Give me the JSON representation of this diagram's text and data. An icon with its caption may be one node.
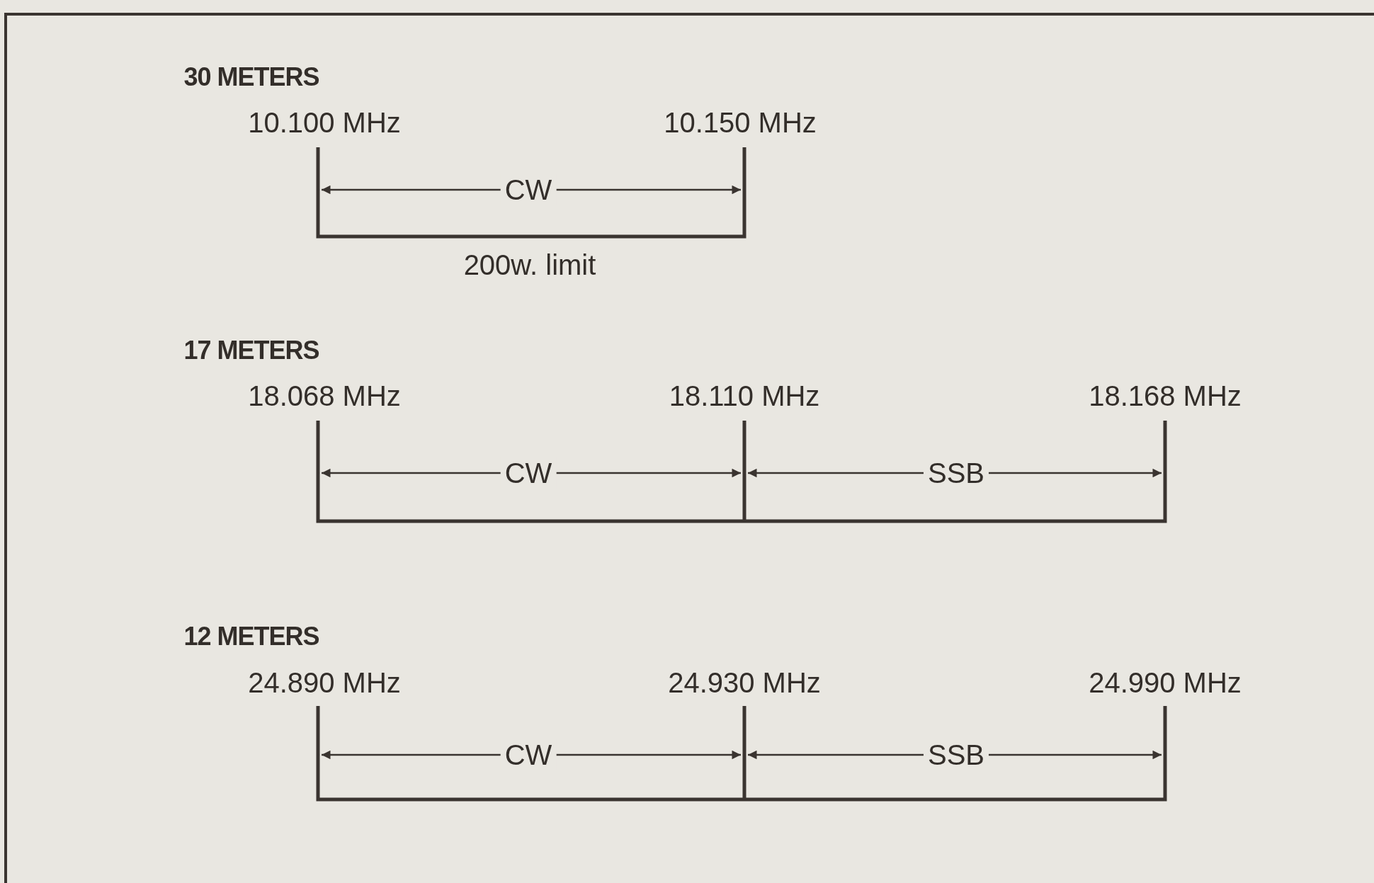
{
  "diagram": {
    "labels": [
      "30 METERS",
      "10.100 MHz",
      "10.150 MHz",
      "CW",
      "200w. limit",
      "17 METERS",
      "18.068 MHz",
      "18.110 MHz",
      "18.168 MHz",
      "CW",
      "SSB",
      "12 METERS",
      "24.890 MHz",
      "24.930 MHz",
      "24.990 MHz",
      "CW",
      "SSB"
    ]
  }
}
